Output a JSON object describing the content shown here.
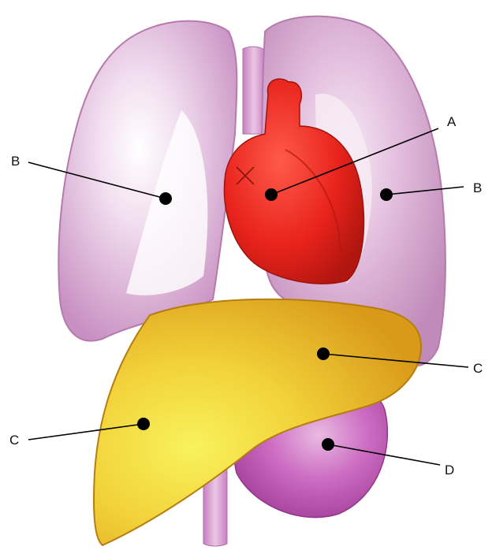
{
  "labels": {
    "heart": "A",
    "right_lung": "B",
    "left_lung": "B",
    "liver_upper": "C",
    "liver_lower": "C",
    "stomach": "D"
  },
  "colors": {
    "lung": "#d9a6d2",
    "lung_highlight": "#f7eef6",
    "lung_shadow": "#b880b2",
    "heart": "#e8231c",
    "heart_dark": "#a31410",
    "liver": "#f1c232",
    "liver_light": "#f6ec5a",
    "liver_dark": "#c98a12",
    "stomach": "#c45ab8",
    "stomach_light": "#e6b0de",
    "trachea": "#d79ad0",
    "marker": "#000000"
  }
}
